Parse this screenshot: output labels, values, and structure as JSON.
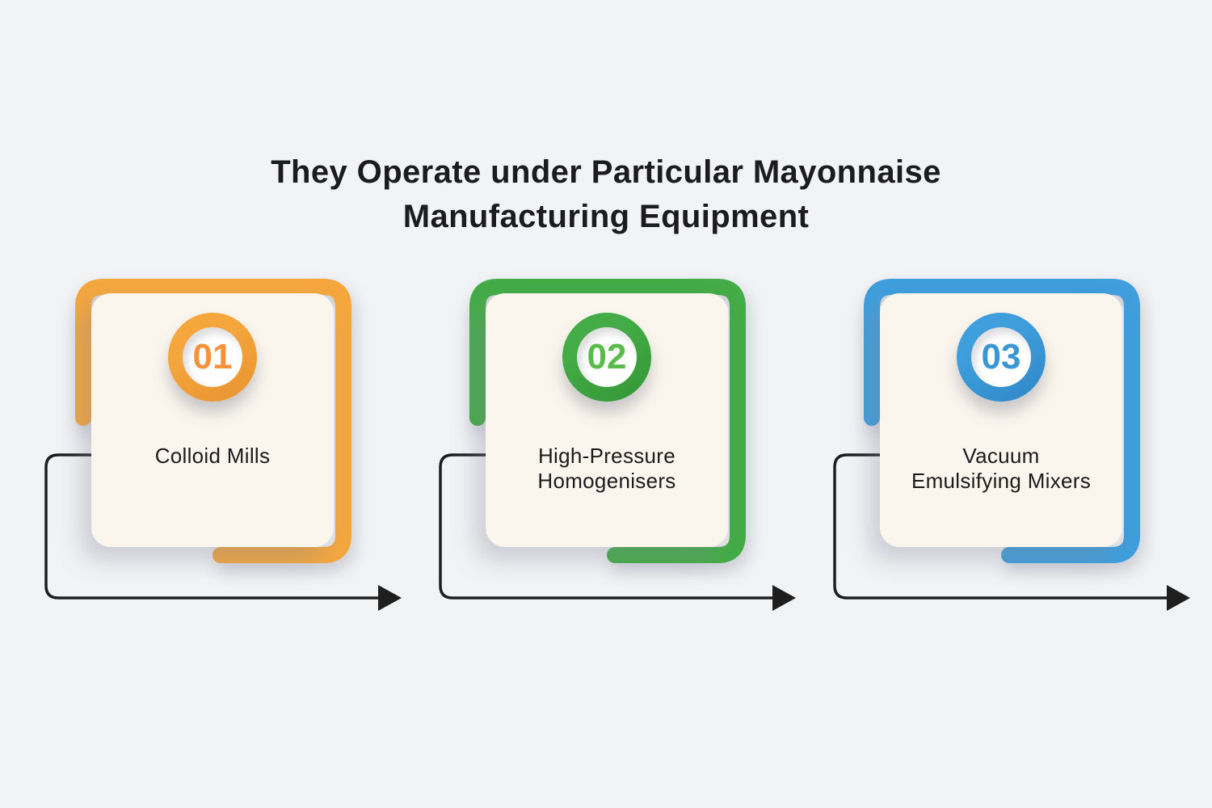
{
  "header": {
    "title_lines": [
      "They Operate under Particular Mayonnaise",
      "Manufacturing Equipment"
    ]
  },
  "cards": [
    {
      "number": "01",
      "lines": [
        "Colloid Mills",
        ""
      ],
      "accent": "#F5A73E",
      "accent_dark": "#E8922F",
      "number_color": "#F6913C"
    },
    {
      "number": "02",
      "lines": [
        "High-Pressure",
        "Homogenisers"
      ],
      "accent": "#43AC46",
      "accent_dark": "#339634",
      "number_color": "#58BB4A"
    },
    {
      "number": "03",
      "lines": [
        "Vacuum",
        "Emulsifying Mixers"
      ],
      "accent": "#3F9EDC",
      "accent_dark": "#2F87C6",
      "number_color": "#3B97D3"
    }
  ],
  "colors": {
    "background": "#F2F3F5",
    "card_fill": "#FBF6ED",
    "arrow": "#1E1E1E",
    "title": "#1C1C1E",
    "text": "#1B1B1B"
  }
}
